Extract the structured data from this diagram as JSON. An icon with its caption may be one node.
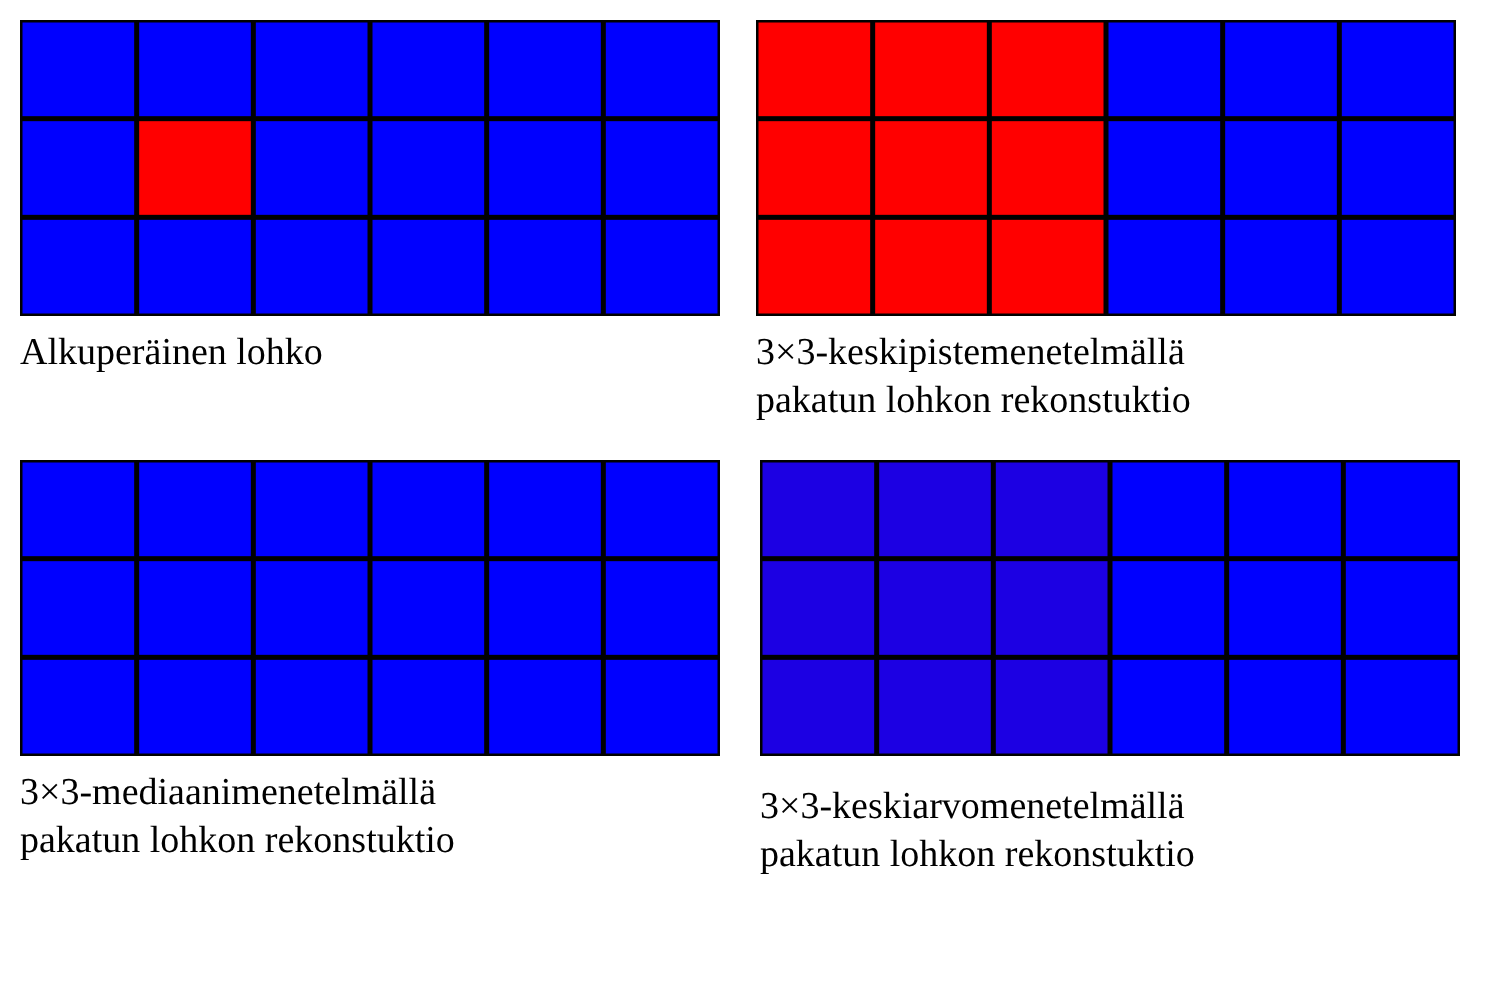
{
  "diagram": {
    "labels": [
      "Alkuperäinen lohko",
      "3×3-keskipistemenetelmällä pakatun lohkon rekonstuktio",
      "3×3-mediaanimenetelmällä pakatun lohkon rekonstuktio",
      "3×3-keskiarvomenetelmällä pakatun lohkon rekonstuktio"
    ]
  }
}
